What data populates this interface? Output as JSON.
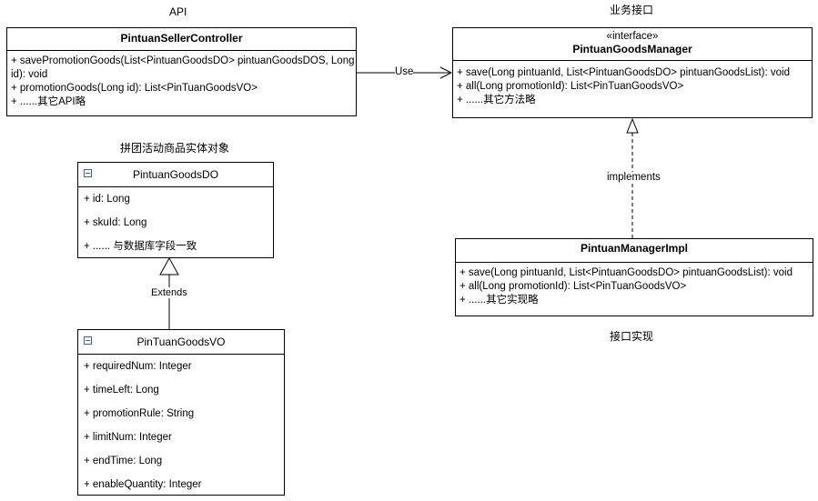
{
  "captions": {
    "api": "API",
    "business_interface": "业务接口",
    "entity_objects": "拼团活动商品实体对象",
    "interface_impl": "接口实现"
  },
  "controller": {
    "name": "PintuanSellerController",
    "methods": [
      "+ savePromotionGoods(List<PintuanGoodsDO> pintuanGoodsDOS, Long id): void",
      "+ promotionGoods(Long id): List<PinTuanGoodsVO>",
      "+ ......其它API略"
    ]
  },
  "manager": {
    "stereotype": "«interface»",
    "name": "PintuanGoodsManager",
    "methods": [
      "+ save(Long pintuanId, List<PintuanGoodsDO> pintuanGoodsList): void",
      "+ all(Long promotionId): List<PinTuanGoodsVO>",
      "+ ......其它方法略"
    ]
  },
  "impl": {
    "name": "PintuanManagerImpl",
    "methods": [
      "+ save(Long pintuanId, List<PintuanGoodsDO> pintuanGoodsList): void",
      "+ all(Long promotionId): List<PinTuanGoodsVO>",
      "+ ......其它实现略"
    ]
  },
  "goods_do": {
    "name": "PintuanGoodsDO",
    "attributes": [
      "+ id: Long",
      "+ skuId: Long",
      "+ ...... 与数据库字段一致"
    ]
  },
  "goods_vo": {
    "name": "PinTuanGoodsVO",
    "attributes": [
      "+ requiredNum: Integer",
      "+ timeLeft: Long",
      "+ promotionRule: String",
      "+ limitNum: Integer",
      "+ endTime: Long",
      "+ enableQuantity: Integer"
    ]
  },
  "edges": {
    "use": "Use",
    "implements": "implements",
    "extends": "Extends"
  }
}
